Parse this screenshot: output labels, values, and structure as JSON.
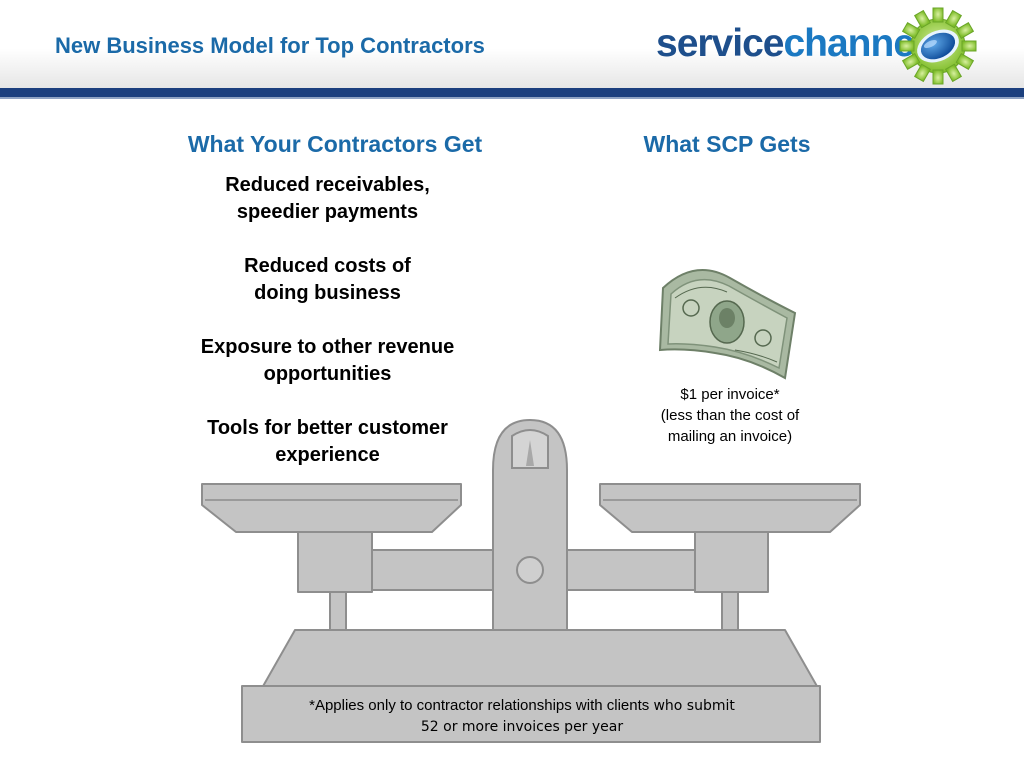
{
  "header": {
    "title": "New Business Model for Top Contractors",
    "logo": {
      "part1": "service",
      "part2": "channel",
      "icon": "gear-logo-icon"
    }
  },
  "columns": {
    "left_heading": "What Your Contractors Get",
    "right_heading": "What SCP Gets"
  },
  "benefits": [
    {
      "line1": "Reduced receivables,",
      "line2": "speedier payments"
    },
    {
      "line1": "Reduced costs of",
      "line2": "doing business"
    },
    {
      "line1": "Exposure to other revenue",
      "line2": "opportunities"
    },
    {
      "line1": "Tools for better customer",
      "line2": "experience"
    }
  ],
  "price": {
    "line1": "$1 per invoice*",
    "line2": "(less than the cost of",
    "line3": "mailing an invoice)"
  },
  "footnote": {
    "part1": "*Applies only to contractor relationships with clients",
    "part2": "who submit",
    "part3": "52 or more invoices per year"
  },
  "colors": {
    "title_blue": "#1b6aa8",
    "header_bar": "#1b3f7e",
    "scale_gray": "#c4c4c4",
    "dollar_green": "#8fa68a"
  }
}
